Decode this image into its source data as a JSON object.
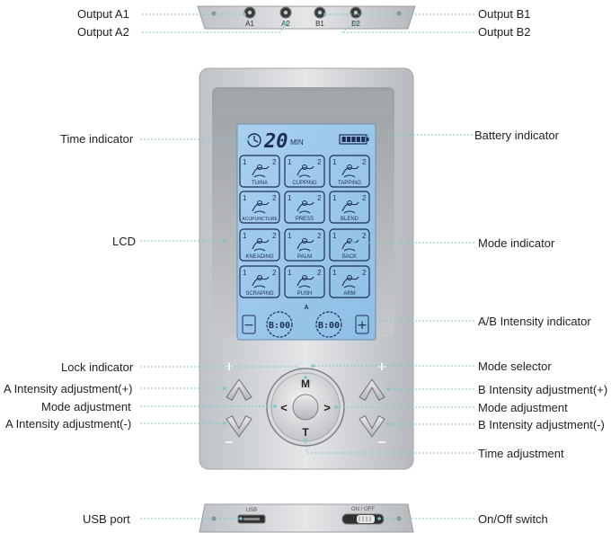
{
  "callouts": {
    "output_a1": "Output A1",
    "output_a2": "Output A2",
    "output_b1": "Output B1",
    "output_b2": "Output B2",
    "time_indicator": "Time indicator",
    "battery_indicator": "Battery indicator",
    "lcd": "LCD",
    "mode_indicator": "Mode indicator",
    "ab_intensity_indicator": "A/B Intensity indicator",
    "lock_indicator": "Lock indicator",
    "mode_selector": "Mode selector",
    "a_intensity_plus": "A Intensity adjustment(+)",
    "b_intensity_plus": "B Intensity adjustment(+)",
    "mode_adjustment_left": "Mode adjustment",
    "mode_adjustment_right": "Mode adjustment",
    "a_intensity_minus": "A Intensity adjustment(-)",
    "b_intensity_minus": "B Intensity adjustment(-)",
    "time_adjustment": "Time adjustment",
    "usb_port": "USB port",
    "on_off_switch": "On/Off switch"
  },
  "top_ports": [
    "A1",
    "A2",
    "B1",
    "B2"
  ],
  "lcd": {
    "timer_value": "20",
    "timer_unit": "MIN",
    "channel_label": "A",
    "intensity_a": "B:00",
    "intensity_b": "B:00",
    "minus": "−",
    "plus": "+",
    "modes": [
      {
        "name": "TUINA",
        "left": "1",
        "right": "2"
      },
      {
        "name": "CUPPING",
        "left": "1",
        "right": "2"
      },
      {
        "name": "TAPPING",
        "left": "1",
        "right": "2"
      },
      {
        "name": "ACUPUNCTURE",
        "left": "1",
        "right": "2"
      },
      {
        "name": "PRESS",
        "left": "1",
        "right": "2"
      },
      {
        "name": "BLEND",
        "left": "1",
        "right": "2"
      },
      {
        "name": "KNEADING",
        "left": "1",
        "right": "2"
      },
      {
        "name": "PALM",
        "left": "1",
        "right": "2"
      },
      {
        "name": "BACK",
        "left": "1",
        "right": "2"
      },
      {
        "name": "SCRAPING",
        "left": "1",
        "right": "2"
      },
      {
        "name": "PUSH",
        "left": "1",
        "right": "2"
      },
      {
        "name": "ARM",
        "left": "1",
        "right": "2"
      }
    ]
  },
  "buttons": {
    "mode_key": "M",
    "time_key": "T",
    "left_arrow": "<",
    "right_arrow": ">",
    "plus_sign": "+",
    "minus_sign": "−"
  },
  "bottom_panel": {
    "usb_label": "USB",
    "switch_label": "ON / OFF"
  },
  "colors": {
    "lcd_blue": "#9cc7ea",
    "lcd_ink": "#1e2d55",
    "body_silver": "#c9ccd0",
    "leader_teal": "#7cc7cc"
  }
}
